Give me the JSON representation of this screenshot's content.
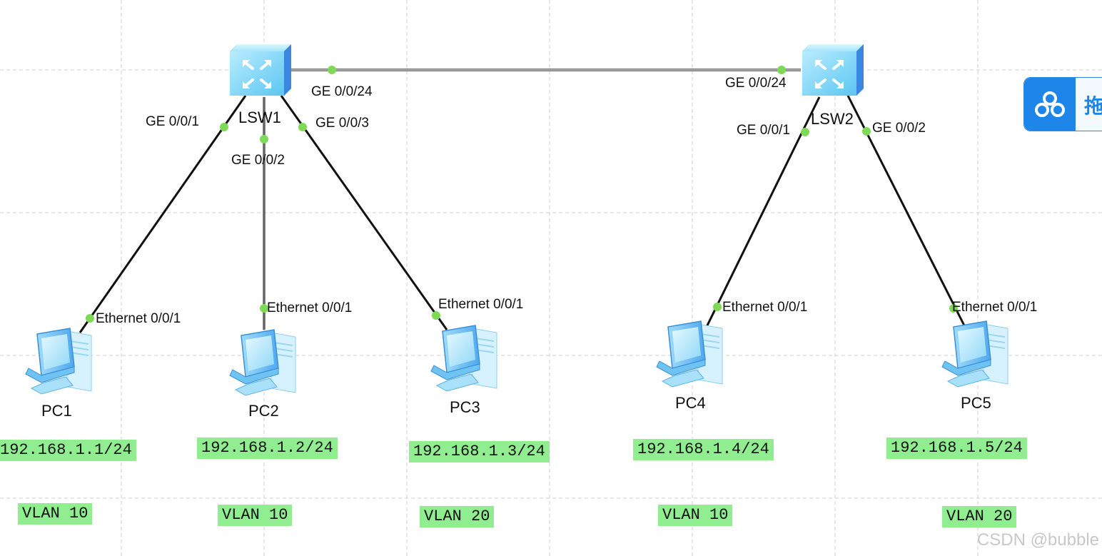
{
  "switches": [
    {
      "id": "lsw1",
      "label": "LSW1"
    },
    {
      "id": "lsw2",
      "label": "LSW2"
    }
  ],
  "pcs": [
    {
      "id": "pc1",
      "label": "PC1",
      "ip": "192.168.1.1/24",
      "vlan": "VLAN 10",
      "port": "Ethernet 0/0/1"
    },
    {
      "id": "pc2",
      "label": "PC2",
      "ip": "192.168.1.2/24",
      "vlan": "VLAN 10",
      "port": "Ethernet 0/0/1"
    },
    {
      "id": "pc3",
      "label": "PC3",
      "ip": "192.168.1.3/24",
      "vlan": "VLAN 20",
      "port": "Ethernet 0/0/1"
    },
    {
      "id": "pc4",
      "label": "PC4",
      "ip": "192.168.1.4/24",
      "vlan": "VLAN 10",
      "port": "Ethernet 0/0/1"
    },
    {
      "id": "pc5",
      "label": "PC5",
      "ip": "192.168.1.5/24",
      "vlan": "VLAN 20",
      "port": "Ethernet 0/0/1"
    }
  ],
  "switch_ports": {
    "lsw1_ge1": "GE 0/0/1",
    "lsw1_ge2": "GE 0/0/2",
    "lsw1_ge3": "GE 0/0/3",
    "lsw1_ge24": "GE 0/0/24",
    "lsw2_ge24": "GE 0/0/24",
    "lsw2_ge1": "GE 0/0/1",
    "lsw2_ge2": "GE 0/0/2"
  },
  "side_widget": {
    "icon": "cloud-icon",
    "text": "拖"
  },
  "watermark": "CSDN @bubble",
  "colors": {
    "link": "#111111",
    "trunk": "#777777",
    "port_dot": "#7ed957",
    "tag_bg": "#90ee90",
    "grid": "#cfcfcf"
  }
}
